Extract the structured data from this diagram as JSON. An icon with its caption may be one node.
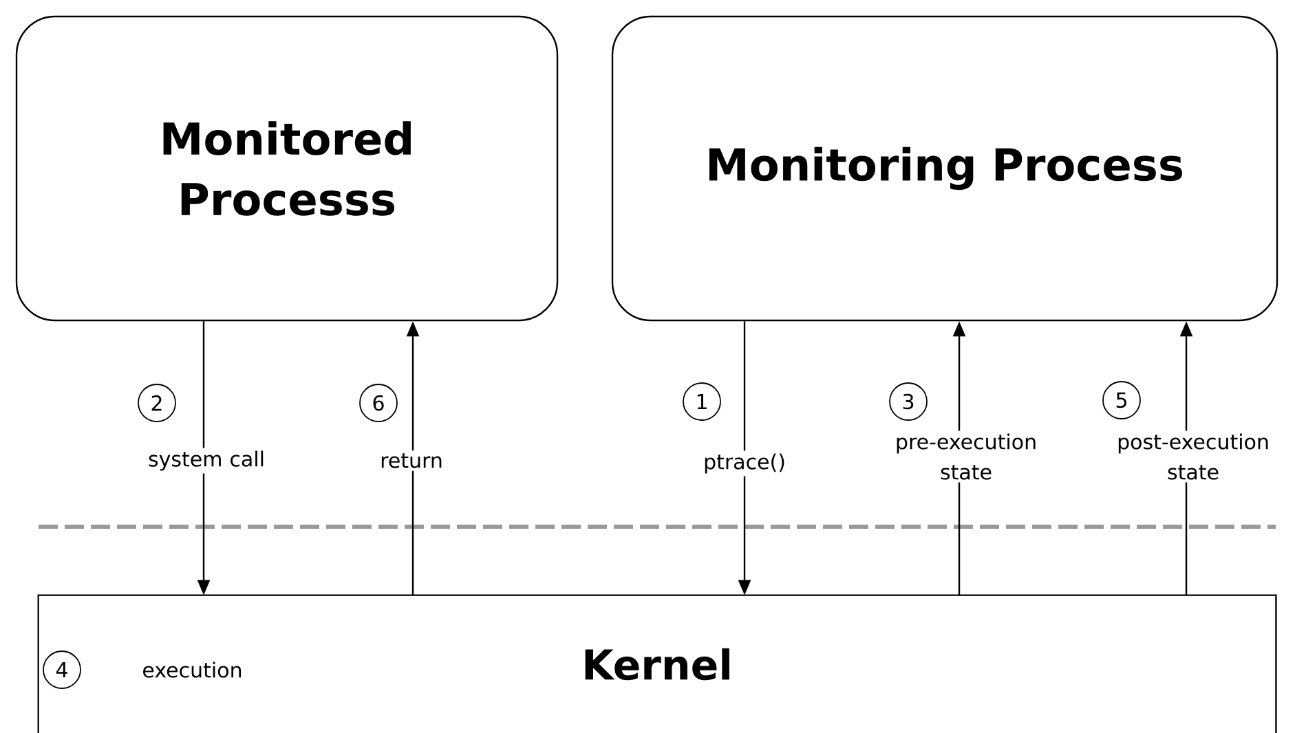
{
  "diagram": {
    "nodes": [
      {
        "text": [
          "Monitored Processs"
        ]
      },
      {
        "text": [
          "Monitoring Process"
        ]
      },
      {
        "text": [
          "Kernel"
        ]
      }
    ],
    "edges": [
      {
        "from": 0,
        "to": 2,
        "arrow": "to",
        "label": "system call"
      },
      {
        "from": 2,
        "to": 0,
        "arrow": "to",
        "label": "return"
      },
      {
        "from": 1,
        "to": 2,
        "arrow": "to",
        "label": "ptrace()"
      },
      {
        "from": 2,
        "to": 1,
        "arrow": "to",
        "label": "pre-execution state"
      },
      {
        "from": 2,
        "to": 1,
        "arrow": "to",
        "label": "post-execution state"
      }
    ],
    "labels": [
      "2",
      "6",
      "1",
      "3",
      "5",
      "4",
      "execution"
    ]
  }
}
